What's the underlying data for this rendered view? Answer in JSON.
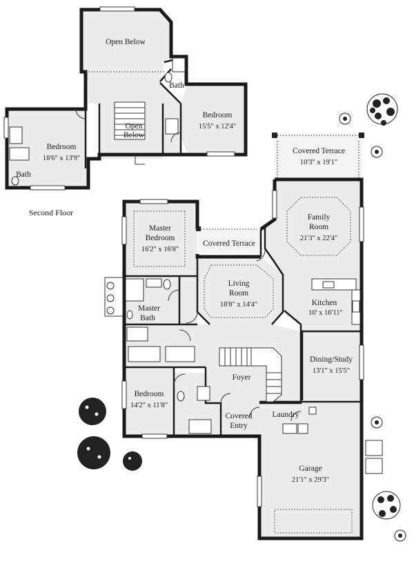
{
  "second_floor": {
    "caption": "Second Floor",
    "rooms": {
      "open_below_top": "Open Below",
      "bath_upper": "Bath",
      "bedroom_right": {
        "name": "Bedroom",
        "dims": "15'5\" x 12'4\""
      },
      "open_below_stair_1": "Open",
      "open_below_stair_2": "Below",
      "bedroom_left": {
        "name": "Bedroom",
        "dims": "18'6\" x 13'9\""
      },
      "bath_left": "Bath"
    }
  },
  "first_floor": {
    "rooms": {
      "covered_terrace_top": {
        "name": "Covered Terrace",
        "dims": "10'3\" x 19'1\""
      },
      "family_room": {
        "name_1": "Family",
        "name_2": "Room",
        "dims": "21'3\" x 22'4\""
      },
      "master_bedroom": {
        "name_1": "Master",
        "name_2": "Bedroom",
        "dims": "16'2\" x 16'8\""
      },
      "covered_terrace_mid": "Covered Terrace",
      "living_room": {
        "name_1": "Living",
        "name_2": "Room",
        "dims": "18'8\" x 14'4\""
      },
      "master_bath": {
        "name_1": "Master",
        "name_2": "Bath"
      },
      "kitchen": {
        "name": "Kitchen",
        "dims": "10' x 16'11\""
      },
      "dining_study": {
        "name": "Dining/Study",
        "dims": "13'1\" x 15'5\""
      },
      "foyer": "Foyer",
      "bedroom": {
        "name": "Bedroom",
        "dims": "14'2\" x 11'8\""
      },
      "covered_entry": {
        "name_1": "Covered",
        "name_2": "Entry"
      },
      "laundry": "Laundry",
      "garage": {
        "name": "Garage",
        "dims": "21'1\" x 29'3\""
      }
    }
  }
}
